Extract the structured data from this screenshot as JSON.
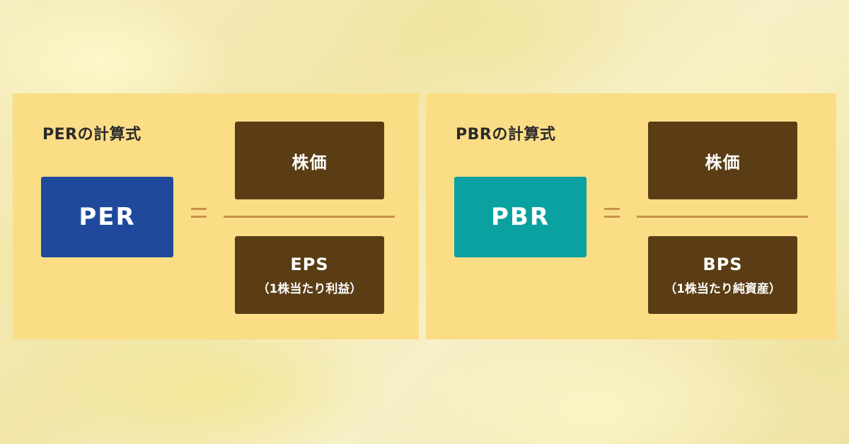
{
  "panels": {
    "per": {
      "title": "PERの計算式",
      "result": "PER",
      "numerator": "株価",
      "denominator_main": "EPS",
      "denominator_sub": "（1株当たり利益）",
      "result_color": "#1f4a9c"
    },
    "pbr": {
      "title": "PBRの計算式",
      "result": "PBR",
      "numerator": "株価",
      "denominator_main": "BPS",
      "denominator_sub": "（1株当たり純資産）",
      "result_color": "#0aa1a0"
    }
  },
  "colors": {
    "panel_bg": "#fbdd86",
    "fraction_box": "#5a3d15",
    "line": "#c8924a"
  }
}
